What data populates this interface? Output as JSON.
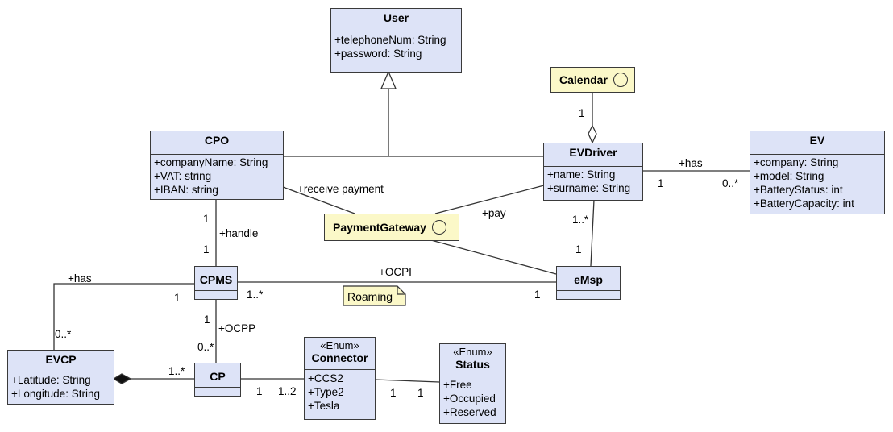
{
  "classes": {
    "user": {
      "name": "User",
      "attrs": [
        "+telephoneNum: String",
        "+password: String"
      ]
    },
    "cpo": {
      "name": "CPO",
      "attrs": [
        "+companyName: String",
        "+VAT: string",
        "+IBAN: string"
      ]
    },
    "evdriver": {
      "name": "EVDriver",
      "attrs": [
        "+name: String",
        "+surname: String"
      ]
    },
    "ev": {
      "name": "EV",
      "attrs": [
        "+company: String",
        "+model: String",
        "+BatteryStatus: int",
        "+BatteryCapacity: int"
      ]
    },
    "cpms": {
      "name": "CPMS"
    },
    "emsp": {
      "name": "eMsp"
    },
    "evcp": {
      "name": "EVCP",
      "attrs": [
        "+Latitude: String",
        "+Longitude: String"
      ]
    },
    "cp": {
      "name": "CP"
    },
    "connector": {
      "stereotype": "«Enum»",
      "name": "Connector",
      "attrs": [
        "+CCS2",
        "+Type2",
        "+Tesla"
      ]
    },
    "status": {
      "stereotype": "«Enum»",
      "name": "Status",
      "attrs": [
        "+Free",
        "+Occupied",
        "+Reserved"
      ]
    }
  },
  "interfaces": {
    "calendar": "Calendar",
    "payment_gateway": "PaymentGateway"
  },
  "note": "Roaming",
  "labels": {
    "calendar_mult": "1",
    "ev_has": "+has",
    "ev_mult_driver": "1",
    "ev_mult_ev": "0..*",
    "receive_payment": "+receive payment",
    "pay": "+pay",
    "cpo_mult": "1",
    "handle": "+handle",
    "cpms_mult_top": "1",
    "driver_emsp_top": "1..*",
    "driver_emsp_bottom": "1",
    "ocpi": "+OCPI",
    "cpms_ocpi_mult": "1..*",
    "emsp_ocpi_mult": "1",
    "evcp_has": "+has",
    "cpms_has_mult": "1",
    "evcp_has_mult": "0..*",
    "cpms_cp_mult": "1",
    "ocpp": "+OCPP",
    "cp_ocpp_mult": "0..*",
    "evcp_cp_mult": "1..*",
    "cp_conn_mult": "1",
    "conn_cp_mult": "1..2",
    "conn_status_mult": "1",
    "status_conn_mult": "1"
  }
}
